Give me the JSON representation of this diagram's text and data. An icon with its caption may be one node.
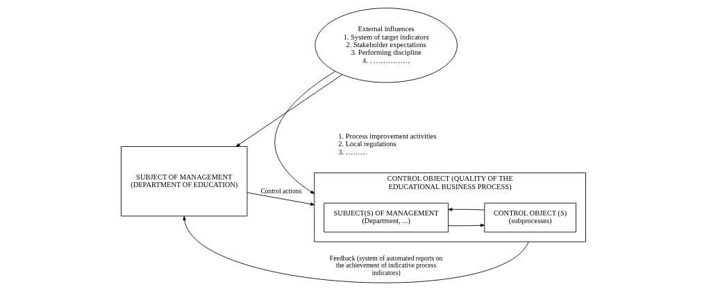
{
  "diagram": {
    "nodes": [
      {
        "text": [
          "External influences",
          "1. System of target indicators",
          "2. Stakeholder expectations",
          "3. Performing discipline",
          "4. . ……………"
        ]
      },
      {
        "text": [
          "SUBJECT OF MANAGEMENT (DEPARTMENT OF EDUCATION)"
        ]
      },
      {
        "text": [
          "CONTROL OBJECT (QUALITY OF THE EDUCATIONAL BUSINESS PROCESS)"
        ]
      },
      {
        "text": [
          "SUBJECT(S) OF MANAGEMENT (Department, ...)"
        ],
        "in": 2
      },
      {
        "text": [
          "CONTROL OBJECT (S) (subprocesses)"
        ],
        "in": 2
      }
    ],
    "edges": [
      {
        "from": 0,
        "to": 1,
        "arrow": "to"
      },
      {
        "from": 0,
        "to": 2,
        "arrow": "to"
      },
      {
        "from": 1,
        "to": 2,
        "arrow": "to",
        "label": "Control actions"
      },
      {
        "from": 3,
        "to": 4,
        "arrow": "to"
      },
      {
        "from": 4,
        "to": 3,
        "arrow": "to"
      },
      {
        "from": 2,
        "to": 1,
        "arrow": "to",
        "label": "Feedback (system of automated reports on the achievement of indicative process indicators)"
      }
    ],
    "labels": [
      "1. Process improvement activities",
      "2. Local regulations",
      "3. ………"
    ]
  }
}
